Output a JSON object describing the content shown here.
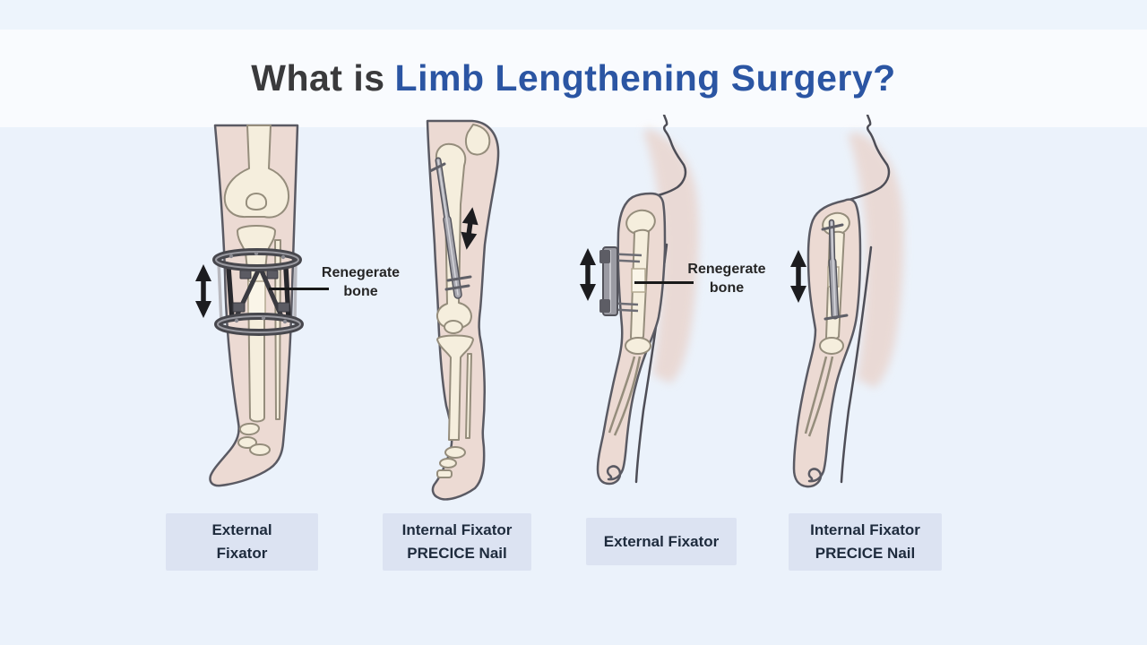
{
  "title": {
    "prefix": "What is",
    "highlight": "Limb Lengthening Surgery?"
  },
  "annotations": {
    "left": {
      "line1": "Renegerate",
      "line2": "bone"
    },
    "right": {
      "line1": "Renegerate",
      "line2": "bone"
    }
  },
  "figures": [
    {
      "id": "leg-external-fixator",
      "caption_lines": [
        "External",
        "Fixator"
      ]
    },
    {
      "id": "leg-internal-fixator",
      "caption_lines": [
        "Internal Fixator",
        "PRECICE Nail"
      ]
    },
    {
      "id": "arm-external-fixator",
      "caption_lines": [
        "External Fixator"
      ]
    },
    {
      "id": "arm-internal-fixator",
      "caption_lines": [
        "Internal Fixator",
        "PRECICE Nail"
      ]
    }
  ],
  "colors": {
    "accent_blue": "#2b55a3",
    "heading_dark": "#3a3a3c",
    "background": "#ebf2fb",
    "title_band": "#f9fbfe",
    "caption_bg": "#dce3f2",
    "caption_text": "#1e2b3d",
    "skin": "#ecdad3",
    "bone": "#f5eedd",
    "hardware_gray": "#47474d",
    "arrow_black": "#1c1c1f"
  }
}
